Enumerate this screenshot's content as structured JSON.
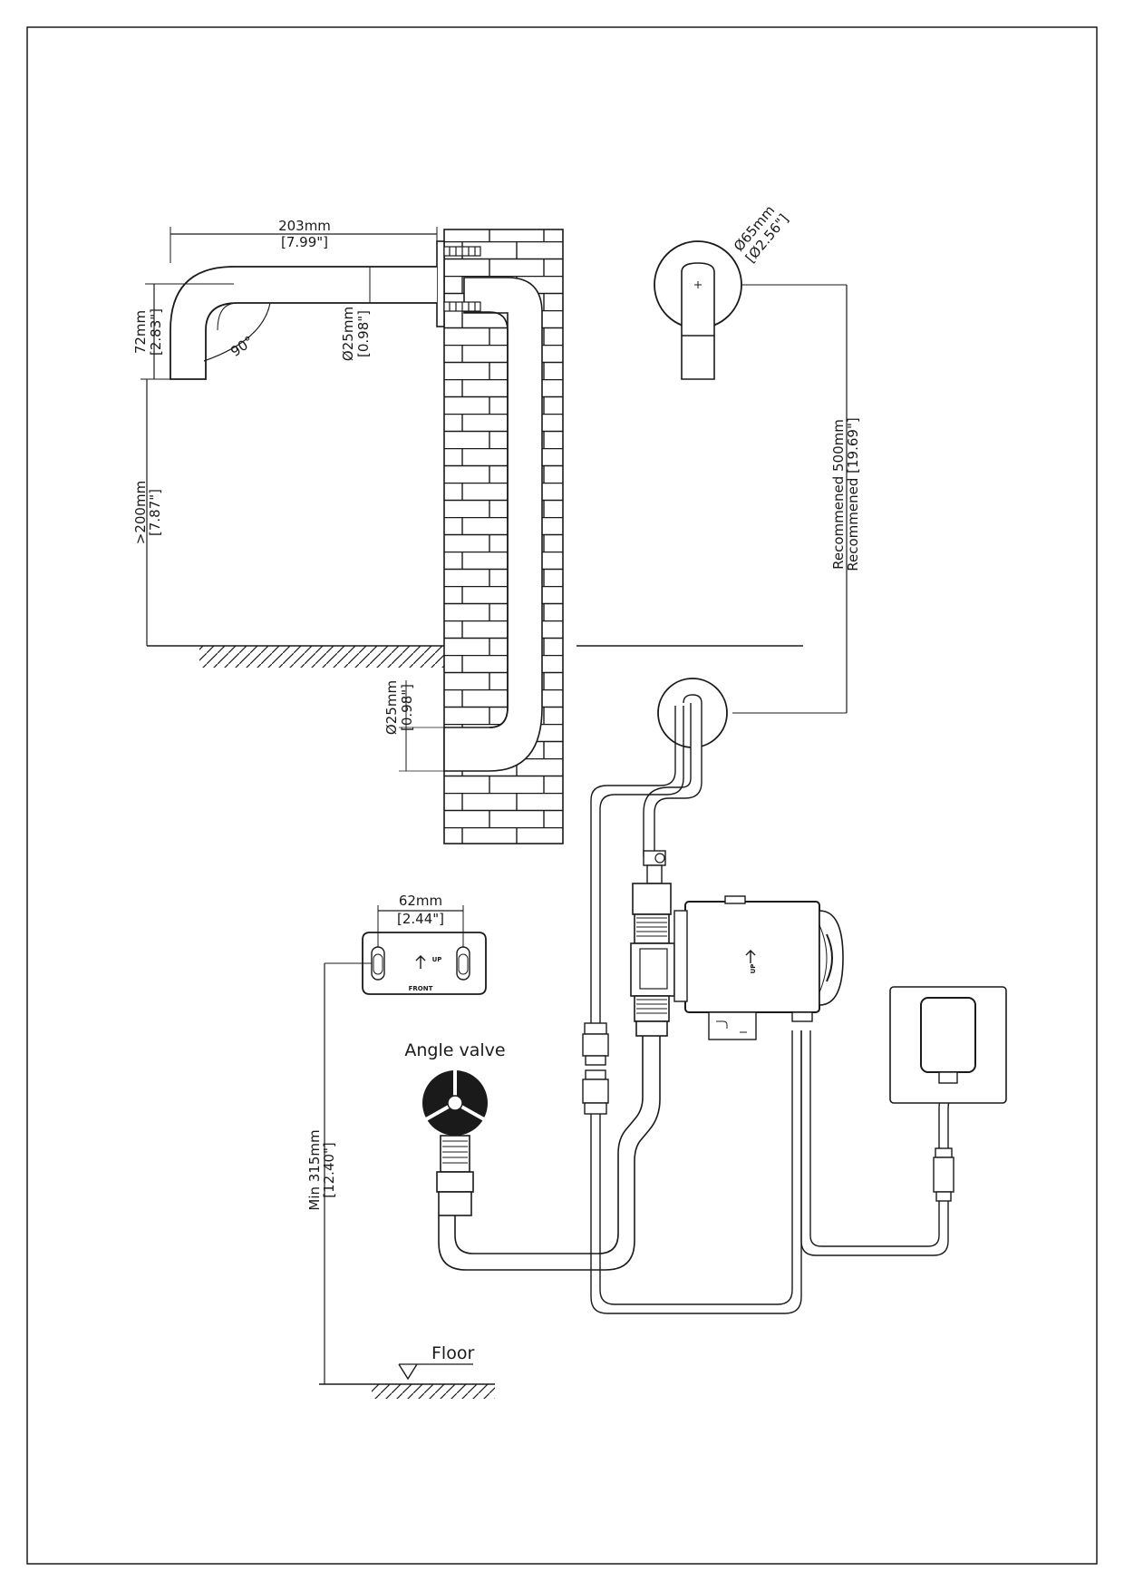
{
  "dimensions": {
    "spout_length_mm": "203mm",
    "spout_length_in": "[7.99\"]",
    "spout_height_mm": "72mm",
    "spout_height_in": "[2.83\"]",
    "bend_angle": "90°",
    "spout_dia_mm": "Ø25mm",
    "spout_dia_in": "[0.98\"]",
    "basin_gap_mm": ">200mm",
    "basin_gap_in": "[7.87\"]",
    "pipe_dia_mm": "Ø25mm",
    "pipe_dia_in": "[0.98\"]",
    "plate_dia_mm": "Ø65mm",
    "plate_dia_in": "[Ø2.56\"]",
    "recommended_mm": "Recommened 500mm",
    "recommended_in": "Recommened [19.69\"]",
    "bracket_width_mm": "62mm",
    "bracket_width_in": "[2.44\"]",
    "min_height_mm": "Min 315mm",
    "min_height_in": "[12.40\"]"
  },
  "labels": {
    "angle_valve": "Angle valve",
    "floor": "Floor",
    "bracket_up": "UP",
    "bracket_front": "FRONT",
    "box_up": "UP"
  }
}
